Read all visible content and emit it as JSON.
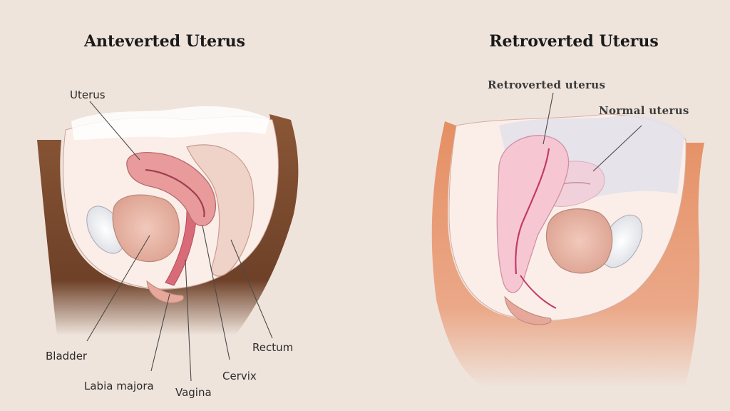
{
  "panels": [
    {
      "title": "Anteverted Uterus",
      "labels": {
        "uterus": "Uterus",
        "bladder": "Bladder",
        "labia_majora": "Labia majora",
        "vagina": "Vagina",
        "cervix": "Cervix",
        "rectum": "Rectum"
      }
    },
    {
      "title": "Retroverted Uterus",
      "labels": {
        "retroverted_uterus": "Retroverted uterus",
        "normal_uterus": "Normal uterus"
      }
    }
  ],
  "colors": {
    "background": "#efe4dc",
    "skin_dark": "#7a4a30",
    "skin_light": "#e9a27c",
    "uterus": "#e99a9a",
    "uterus_retro": "#f6c7d3",
    "bladder": "#e7b5a6",
    "rectum": "#efd2c8",
    "tissue": "#fbeee8"
  }
}
